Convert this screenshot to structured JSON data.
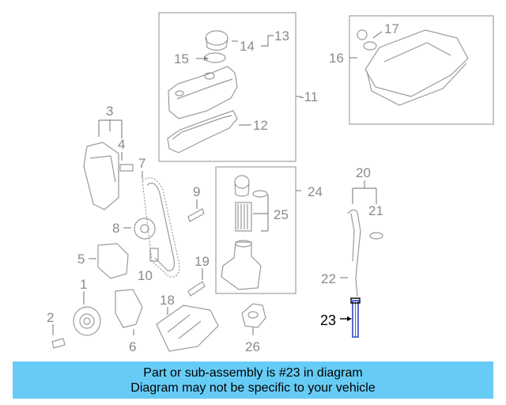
{
  "callouts": [
    {
      "id": "c1",
      "text": "1"
    },
    {
      "id": "c2",
      "text": "2"
    },
    {
      "id": "c3",
      "text": "3"
    },
    {
      "id": "c4",
      "text": "4"
    },
    {
      "id": "c5",
      "text": "5"
    },
    {
      "id": "c6",
      "text": "6"
    },
    {
      "id": "c7",
      "text": "7"
    },
    {
      "id": "c8",
      "text": "8"
    },
    {
      "id": "c9",
      "text": "9"
    },
    {
      "id": "c10",
      "text": "10"
    },
    {
      "id": "c11",
      "text": "-11"
    },
    {
      "id": "c12",
      "text": "12"
    },
    {
      "id": "c13",
      "text": "13"
    },
    {
      "id": "c14",
      "text": "14"
    },
    {
      "id": "c15",
      "text": "15"
    },
    {
      "id": "c16",
      "text": "16"
    },
    {
      "id": "c17",
      "text": "17"
    },
    {
      "id": "c18",
      "text": "18"
    },
    {
      "id": "c19",
      "text": "19"
    },
    {
      "id": "c20",
      "text": "20"
    },
    {
      "id": "c21",
      "text": "21"
    },
    {
      "id": "c22",
      "text": "22"
    },
    {
      "id": "c23",
      "text": "23"
    },
    {
      "id": "c24",
      "text": "24"
    },
    {
      "id": "c25",
      "text": "25"
    },
    {
      "id": "c26",
      "text": "26"
    }
  ],
  "highlighted_part": "23",
  "banner": {
    "line1": "Part or sub-assembly is #23 in diagram",
    "line2": "Diagram may not be specific to your vehicle"
  },
  "colors": {
    "banner_bg": "#66ccf6",
    "part_stroke": "#9a9a9a",
    "highlight": "#5b6bd6"
  }
}
